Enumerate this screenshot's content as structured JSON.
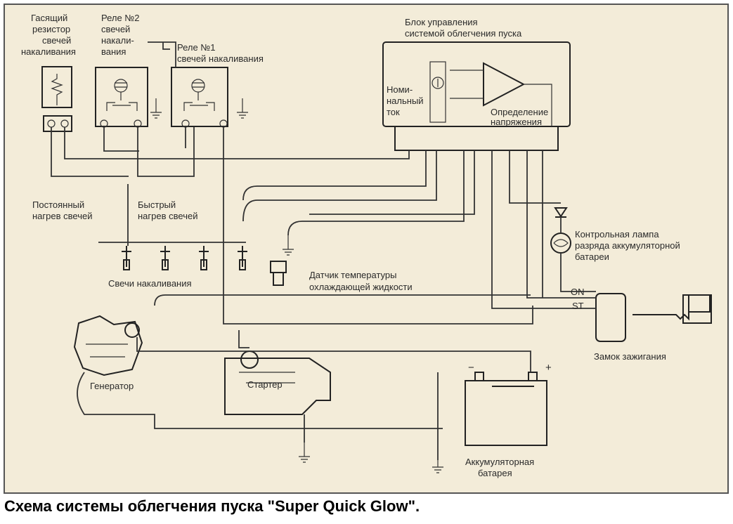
{
  "colors": {
    "paper": "#f3ecd9",
    "ink": "#2a2a2a",
    "caption": "#000000"
  },
  "labels": {
    "resistor": [
      "Гасящий",
      "резистор",
      "свечей",
      "накаливания"
    ],
    "relay2": [
      "Реле №2",
      "свечей",
      "накали-",
      "вания"
    ],
    "relay1": [
      "Реле №1",
      "свечей накаливания"
    ],
    "control_unit": [
      "Блок управления",
      "системой облегчения пуска"
    ],
    "rated_current": [
      "Номи-",
      "нальный",
      "ток"
    ],
    "voltage_detect": [
      "Определение",
      "напряжения"
    ],
    "constant_heat": [
      "Постоянный",
      "нагрев свечей"
    ],
    "fast_heat": [
      "Быстрый",
      "нагрев свечей"
    ],
    "warning_lamp": [
      "Контрольная лампа",
      "разряда аккумуляторной",
      "батареи"
    ],
    "temp_sensor": [
      "Датчик температуры",
      "охлаждающей жидкости"
    ],
    "glow_plugs": "Свечи накаливания",
    "switch_on": "ON",
    "switch_st": "ST",
    "ignition": "Замок зажигания",
    "generator": "Генератор",
    "starter": "Стартер",
    "battery": [
      "Аккумуляторная",
      "батарея"
    ],
    "minus": "−",
    "plus": "+"
  },
  "caption": {
    "prefix": "Схема системы облегчения пуска \"Super ",
    "quick": "Quick",
    "suffix": " Glow\"."
  }
}
